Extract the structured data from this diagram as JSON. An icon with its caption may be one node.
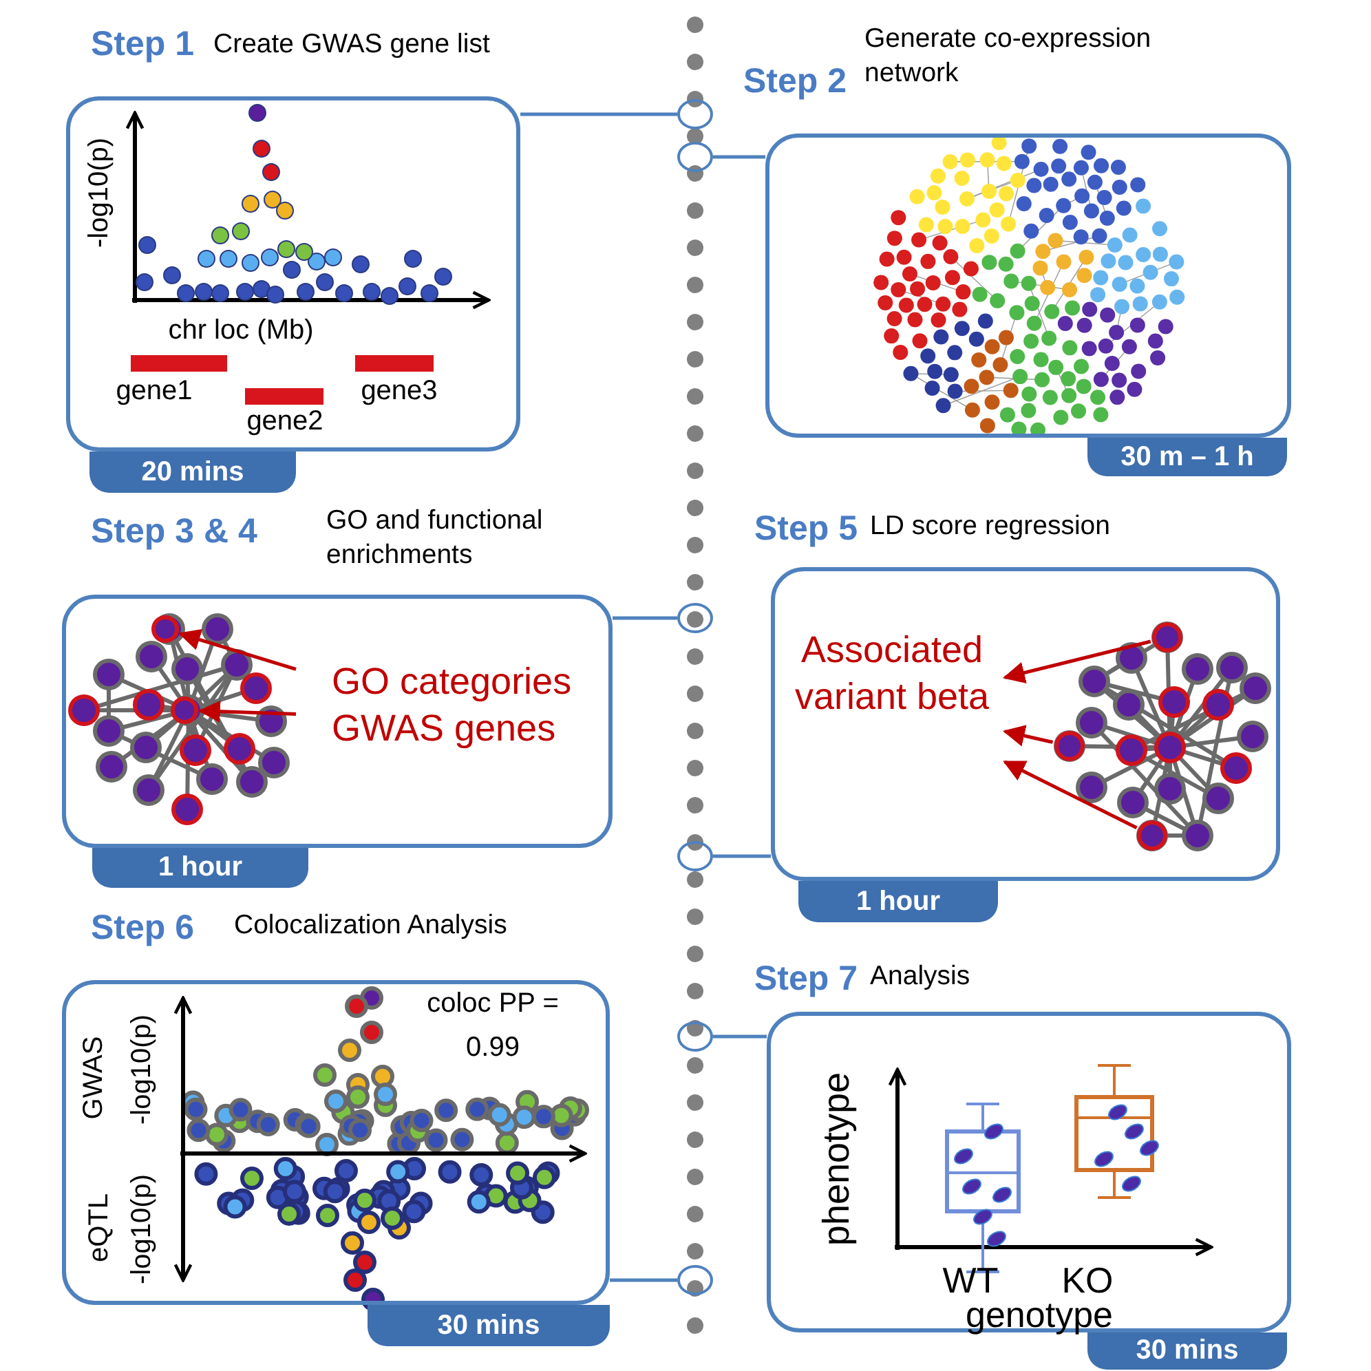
{
  "diagram": {
    "nodes": [
      {
        "text": [
          "Step 1",
          "Create GWAS gene list"
        ],
        "beside": [
          "20 mins"
        ]
      },
      {
        "text": [
          "Step 2",
          "Generate co-expression network"
        ],
        "beside": [
          "30 m – 1 h"
        ]
      },
      {
        "text": [
          "Step 3 & 4",
          "GO and functional enrichments"
        ],
        "beside": [
          "1 hour"
        ]
      },
      {
        "text": [
          "GO categories",
          "GWAS genes"
        ],
        "in": 2
      },
      {
        "text": [],
        "shape": "circle",
        "in": 2
      },
      {
        "text": [],
        "shape": "circle",
        "in": 2
      },
      {
        "text": [
          "Step 5",
          "LD score regression"
        ],
        "beside": [
          "1 hour"
        ]
      },
      {
        "text": [
          "Associated variant beta"
        ],
        "in": 6
      },
      {
        "text": [],
        "shape": "circle",
        "in": 6
      },
      {
        "text": [],
        "shape": "circle",
        "in": 6
      },
      {
        "text": [],
        "shape": "circle",
        "in": 6
      },
      {
        "text": [
          "Step 6",
          "Colocalization Analysis"
        ],
        "beside": [
          "30 mins"
        ]
      },
      {
        "text": [
          "Step 7",
          "Analysis"
        ],
        "beside": [
          "30 mins"
        ]
      },
      {
        "text": [],
        "shape": "circle"
      },
      {
        "text": [],
        "shape": "circle"
      },
      {
        "text": [],
        "shape": "circle"
      },
      {
        "text": [],
        "shape": "circle"
      },
      {
        "text": [],
        "shape": "circle"
      },
      {
        "text": [],
        "shape": "circle"
      }
    ],
    "edges": [
      {
        "from": 0,
        "to": 13,
        "arrow": "none"
      },
      {
        "from": 1,
        "to": 14,
        "arrow": "none"
      },
      {
        "from": 2,
        "to": 15,
        "arrow": "none"
      },
      {
        "from": 6,
        "to": 16,
        "arrow": "none"
      },
      {
        "from": 12,
        "to": 17,
        "arrow": "none"
      },
      {
        "from": 11,
        "to": 18,
        "arrow": "none"
      },
      {
        "from": 3,
        "to": 4,
        "arrow": "to",
        "color": "#c00000"
      },
      {
        "from": 3,
        "to": 5,
        "arrow": "to",
        "color": "#c00000"
      },
      {
        "from": 8,
        "to": 7,
        "arrow": "to",
        "color": "#c00000"
      },
      {
        "from": 9,
        "to": 7,
        "arrow": "to",
        "color": "#c00000"
      },
      {
        "from": 10,
        "to": 7,
        "arrow": "to",
        "color": "#c00000"
      }
    ],
    "labels": [
      "-log10(p)",
      "chr loc (Mb)",
      "gene1",
      "gene2",
      "gene3",
      "coloc PP = 0.99",
      "GWAS",
      "-log10(p)",
      "eQTL",
      "-log10(p)",
      "phenotype",
      "WT",
      "KO",
      "genotype"
    ]
  }
}
